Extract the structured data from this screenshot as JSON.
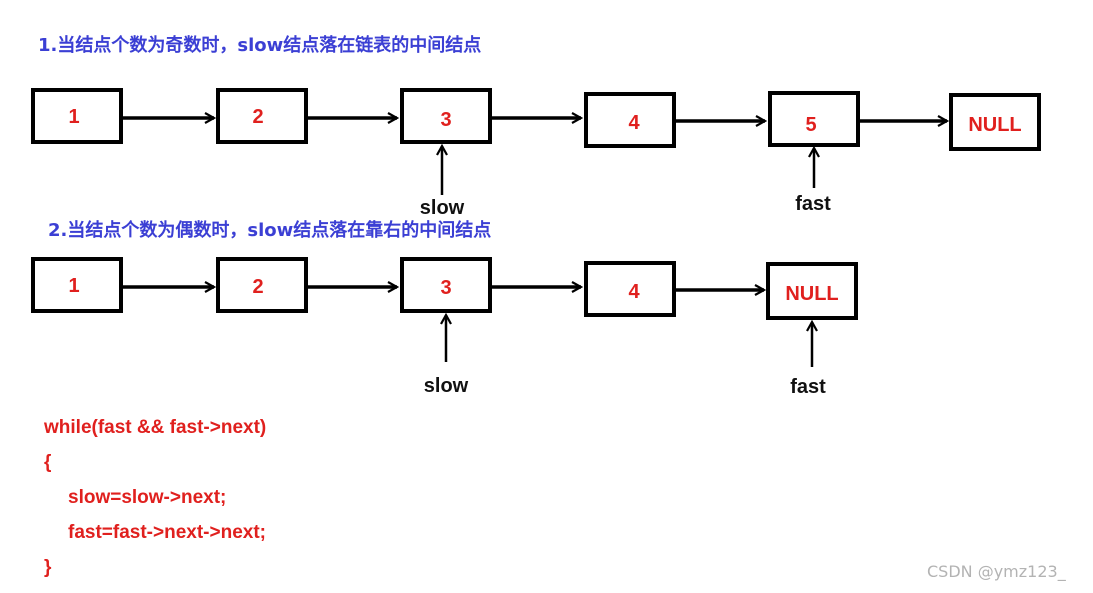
{
  "heading_odd": "1.当结点个数为奇数时，slow结点落在链表的中间结点",
  "heading_even": "2.当结点个数为偶数时，slow结点落在靠右的中间结点",
  "list_odd": {
    "nodes": [
      "1",
      "2",
      "3",
      "4",
      "5",
      "NULL"
    ],
    "slow_label": "slow",
    "slow_index": 2,
    "fast_label": "fast",
    "fast_index": 4
  },
  "list_even": {
    "nodes": [
      "1",
      "2",
      "3",
      "4",
      "NULL"
    ],
    "slow_label": "slow",
    "slow_index": 2,
    "fast_label": "fast",
    "fast_index": 4
  },
  "code": [
    "while(fast && fast->next)",
    "{",
    "slow=slow->next;",
    "fast=fast->next->next;",
    "}"
  ],
  "watermark": "CSDN @ymz123_"
}
